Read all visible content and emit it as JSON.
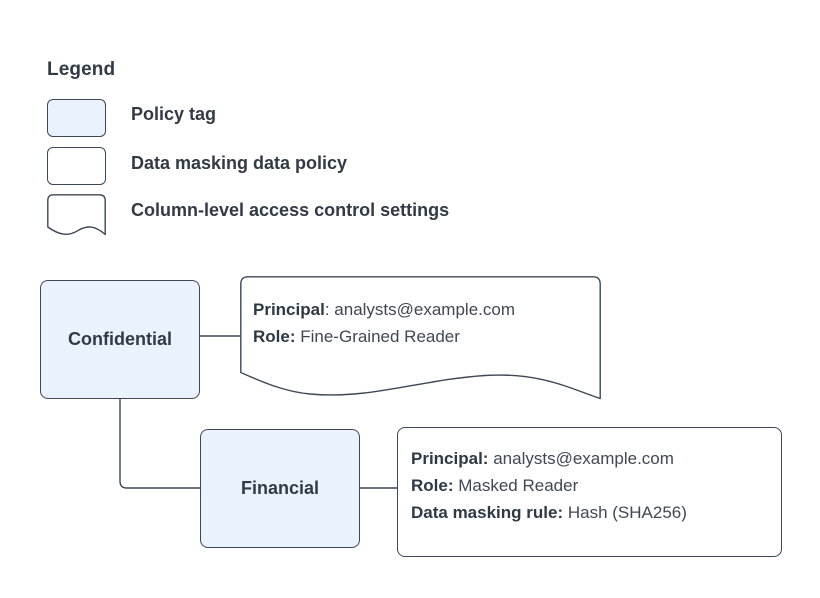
{
  "legend": {
    "title": "Legend",
    "items": [
      {
        "shape": "rounded-rect-filled",
        "label": "Policy tag"
      },
      {
        "shape": "rounded-rect-plain",
        "label": "Data masking data policy"
      },
      {
        "shape": "wavy-bottom-rect",
        "label": "Column-level access control settings"
      }
    ]
  },
  "nodes": [
    {
      "id": "confidential",
      "label": "Confidential"
    },
    {
      "id": "financial",
      "label": "Financial"
    }
  ],
  "panels": {
    "confidential": {
      "shape": "wavy-bottom-rect",
      "lines": [
        {
          "key": "Principal",
          "key_suffix": ":",
          "bold_colon": false,
          "value": "analysts@example.com"
        },
        {
          "key": "Role:",
          "key_suffix": "",
          "bold_colon": true,
          "value": "Fine-Grained Reader"
        }
      ]
    },
    "financial": {
      "shape": "rounded-rect-plain",
      "lines": [
        {
          "key": "Principal:",
          "key_suffix": "",
          "bold_colon": true,
          "value": "analysts@example.com"
        },
        {
          "key": "Role:",
          "key_suffix": "",
          "bold_colon": true,
          "value": "Masked Reader"
        },
        {
          "key": "Data masking rule:",
          "key_suffix": "",
          "bold_colon": true,
          "value": "Hash (SHA256)"
        }
      ]
    }
  },
  "colors": {
    "tag_fill": "#eaf2fd",
    "stroke": "#3d4755",
    "text": "#323a45",
    "panel_fill": "#ffffff"
  }
}
